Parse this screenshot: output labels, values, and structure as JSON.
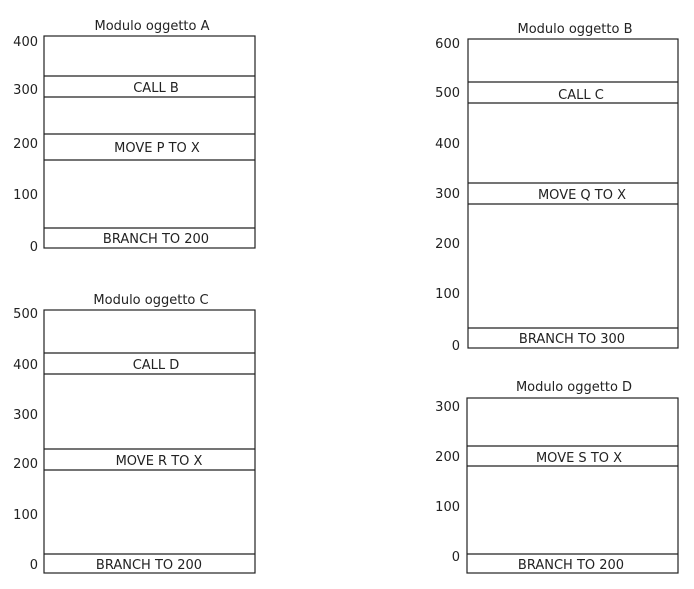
{
  "modules": [
    {
      "id": "A",
      "title": "Modulo oggetto A",
      "ticks": [
        "400",
        "300",
        "200",
        "100",
        "0"
      ],
      "instructions": [
        {
          "key": "call",
          "label": "CALL B"
        },
        {
          "key": "move",
          "label": "MOVE P TO X"
        },
        {
          "key": "branch",
          "label": "BRANCH TO 200"
        }
      ]
    },
    {
      "id": "B",
      "title": "Modulo oggetto B",
      "ticks": [
        "600",
        "500",
        "400",
        "300",
        "200",
        "100",
        "0"
      ],
      "instructions": [
        {
          "key": "call",
          "label": "CALL C"
        },
        {
          "key": "move",
          "label": "MOVE Q TO X"
        },
        {
          "key": "branch",
          "label": "BRANCH TO 300"
        }
      ]
    },
    {
      "id": "C",
      "title": "Modulo oggetto C",
      "ticks": [
        "500",
        "400",
        "300",
        "200",
        "100",
        "0"
      ],
      "instructions": [
        {
          "key": "call",
          "label": "CALL D"
        },
        {
          "key": "move",
          "label": "MOVE R TO X"
        },
        {
          "key": "branch",
          "label": "BRANCH TO 200"
        }
      ]
    },
    {
      "id": "D",
      "title": "Modulo oggetto D",
      "ticks": [
        "300",
        "200",
        "100",
        "0"
      ],
      "instructions": [
        {
          "key": "move",
          "label": "MOVE S TO X"
        },
        {
          "key": "branch",
          "label": "BRANCH TO 200"
        }
      ]
    }
  ]
}
